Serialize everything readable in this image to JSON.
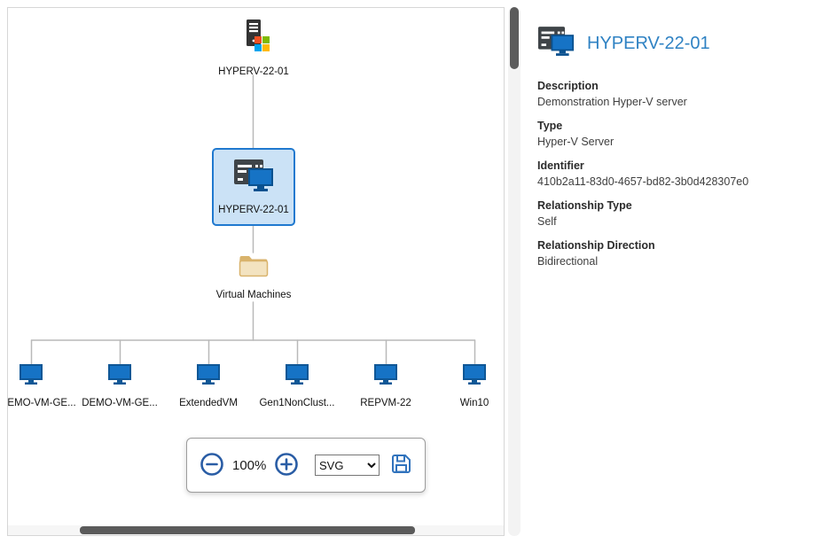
{
  "diagram": {
    "host": {
      "label": "HYPERV-22-01"
    },
    "selected_node": {
      "label": "HYPERV-22-01"
    },
    "group": {
      "label": "Virtual Machines"
    },
    "vms": [
      {
        "label": "EMO-VM-GE..."
      },
      {
        "label": "DEMO-VM-GE..."
      },
      {
        "label": "ExtendedVM"
      },
      {
        "label": "Gen1NonClust..."
      },
      {
        "label": "REPVM-22"
      },
      {
        "label": "Win10"
      }
    ]
  },
  "toolbar": {
    "zoom_level": "100%",
    "export_format": "SVG"
  },
  "details": {
    "title": "HYPERV-22-01",
    "fields": [
      {
        "label": "Description",
        "value": "Demonstration Hyper-V server"
      },
      {
        "label": "Type",
        "value": "Hyper-V Server"
      },
      {
        "label": "Identifier",
        "value": "410b2a11-83d0-4657-bd82-3b0d428307e0"
      },
      {
        "label": "Relationship Type",
        "value": "Self"
      },
      {
        "label": "Relationship Direction",
        "value": "Bidirectional"
      }
    ]
  },
  "colors": {
    "accent_blue": "#2f82c3",
    "selection_fill": "#cbe2f6",
    "selection_border": "#2079cf",
    "vm_icon_blue": "#1673c5",
    "folder_tan": "#d9b36c",
    "connector_gray": "#b9b9b9",
    "scrollbar_thumb": "#5b5b5b"
  }
}
